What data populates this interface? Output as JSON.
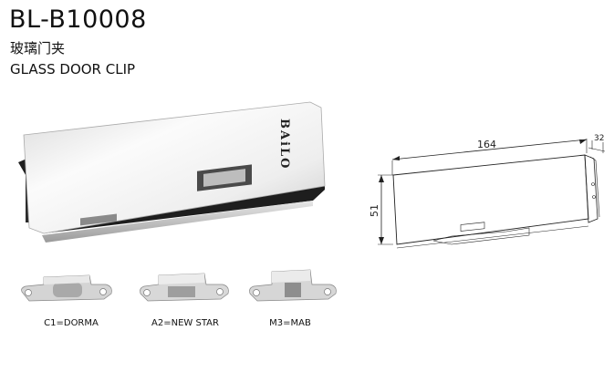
{
  "product": {
    "model": "BL-B10008",
    "name_cn": "玻璃门夹",
    "name_en": "GLASS DOOR CLIP",
    "brand": "BAiLO"
  },
  "dimensions": {
    "length": "164",
    "height": "51",
    "depth": "32"
  },
  "inserts": [
    {
      "label": "C1=DORMA"
    },
    {
      "label": "A2=NEW STAR"
    },
    {
      "label": "M3=MAB"
    }
  ]
}
